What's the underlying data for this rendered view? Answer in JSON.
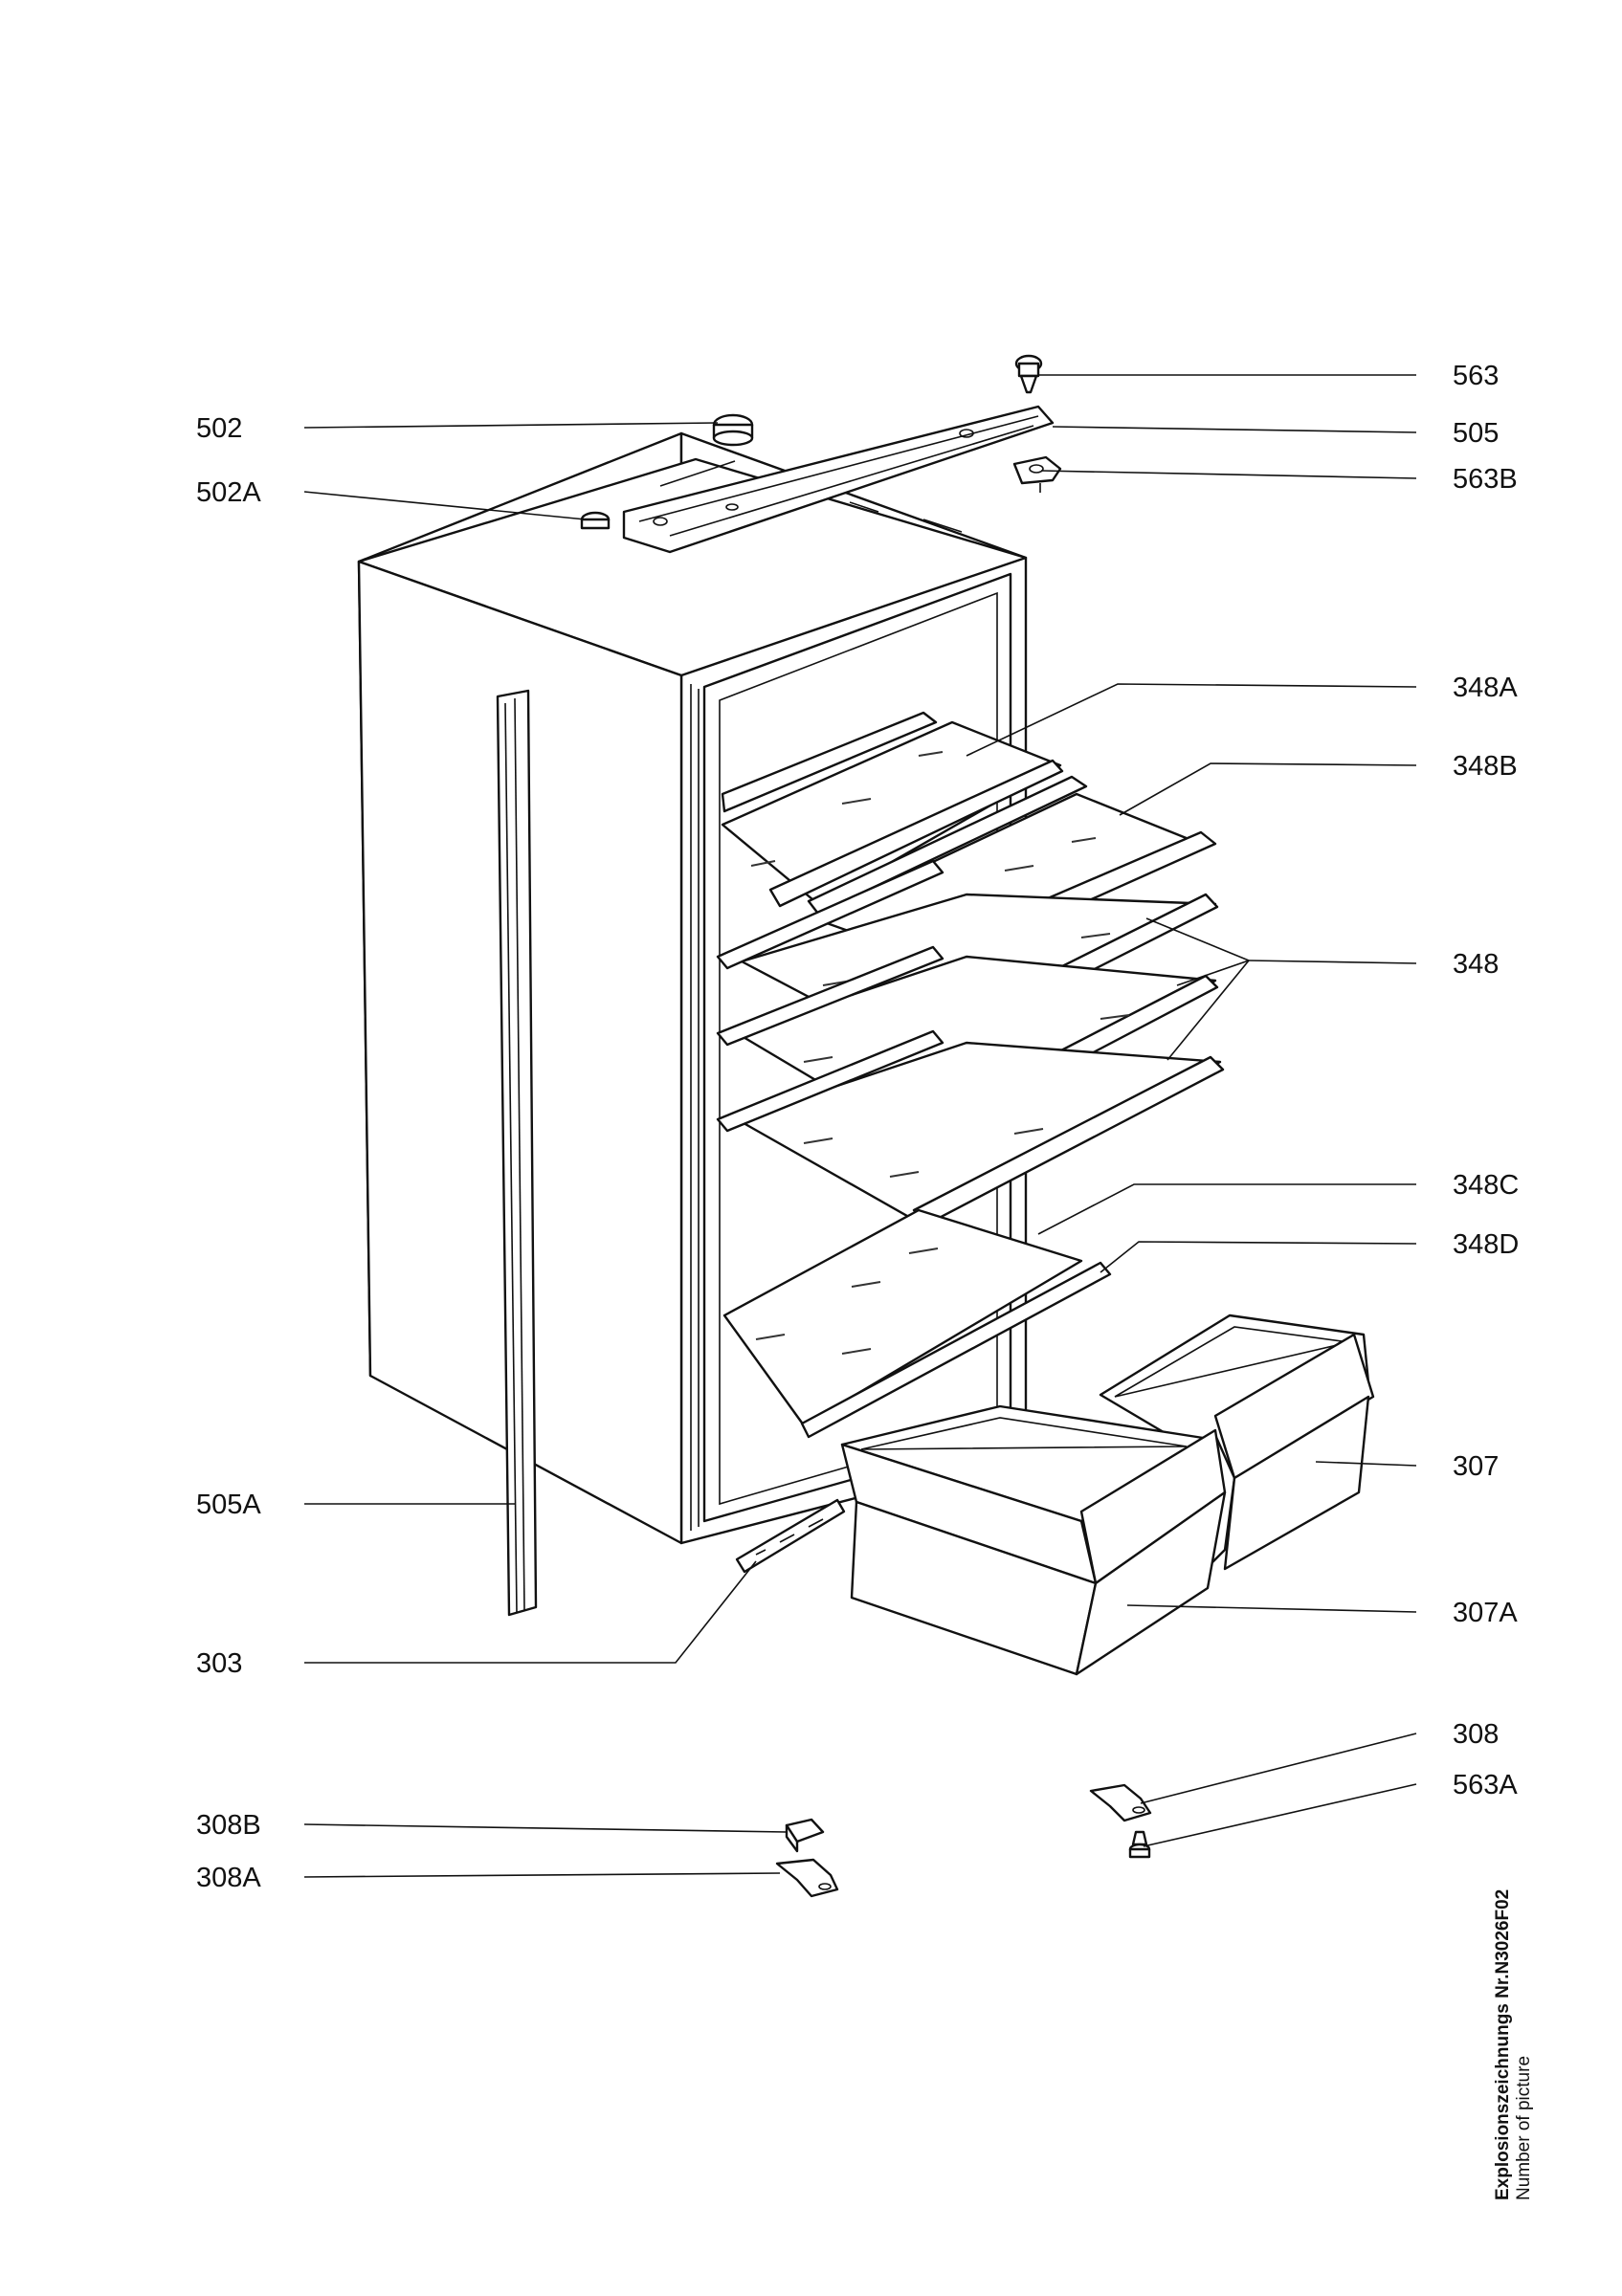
{
  "diagram": {
    "part_numbers": {
      "p563": "563",
      "p505": "505",
      "p563B": "563B",
      "p502": "502",
      "p502A": "502A",
      "p348A": "348A",
      "p348B": "348B",
      "p348": "348",
      "p348C": "348C",
      "p348D": "348D",
      "p307": "307",
      "p307A": "307A",
      "p505A": "505A",
      "p303": "303",
      "p308": "308",
      "p563A": "563A",
      "p308B": "308B",
      "p308A": "308A"
    },
    "footer": {
      "title": "Explosionszeichnungs Nr.N3026F02",
      "subtitle": "Number of picture"
    }
  }
}
